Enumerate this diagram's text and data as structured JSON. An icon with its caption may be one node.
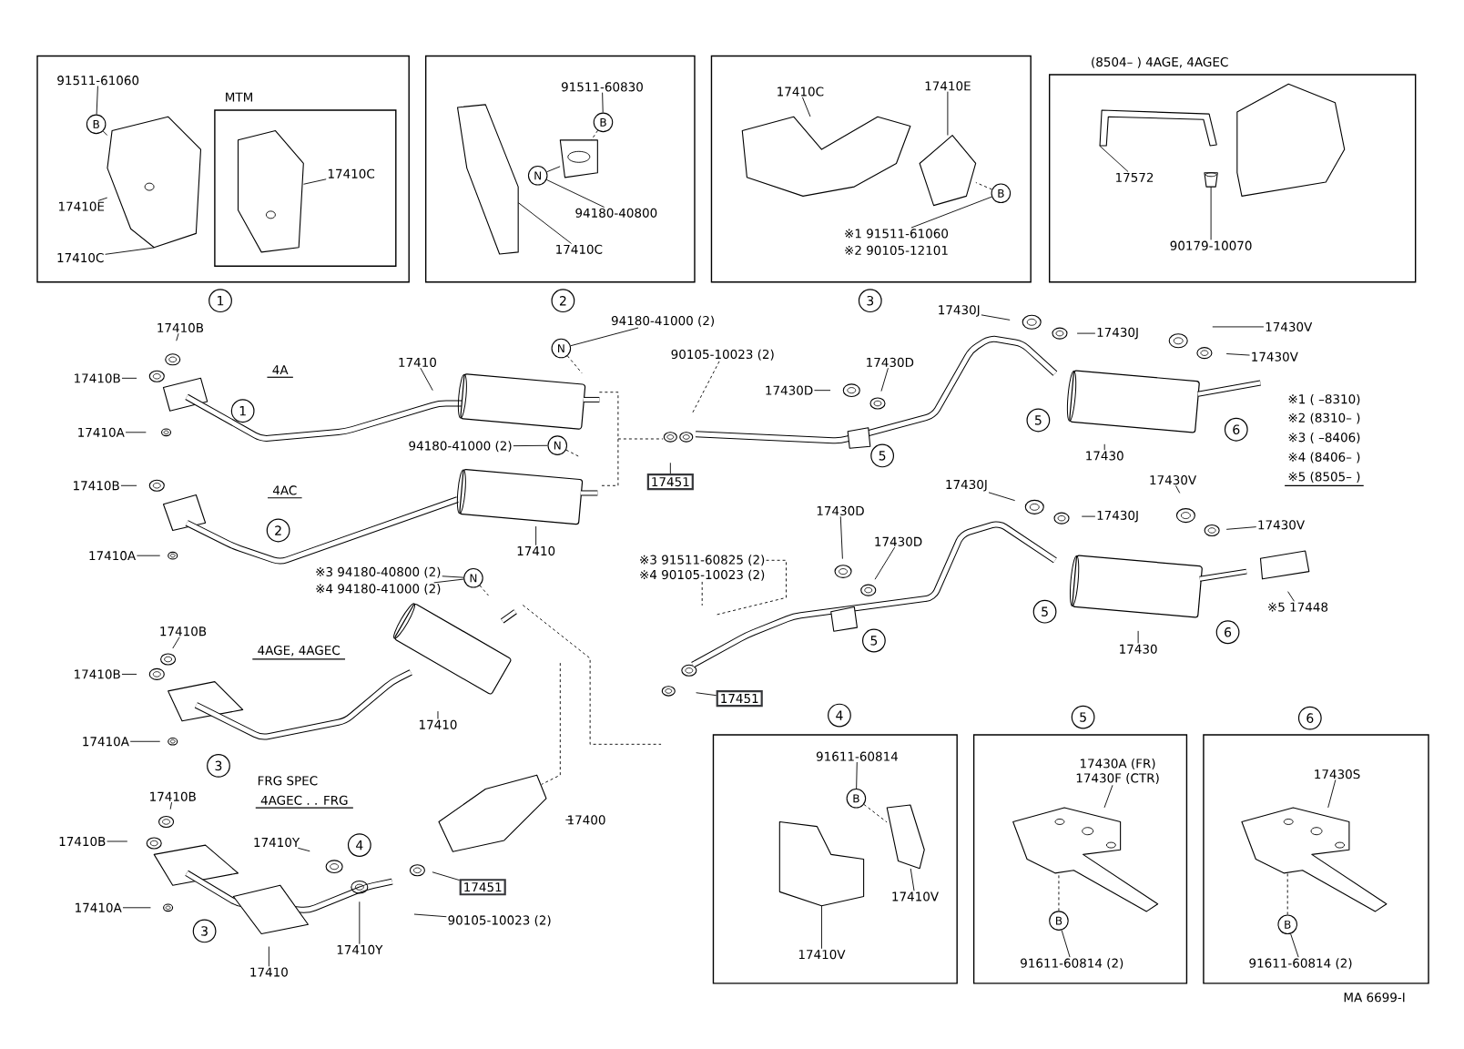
{
  "diagram": {
    "nodes": [
      {
        "text": [],
        "shape": "box"
      },
      {
        "text": [
          "91511-61060"
        ],
        "in": 0
      },
      {
        "text": [
          "B"
        ],
        "in": 0
      },
      {
        "text": [
          "17410E"
        ],
        "in": 0
      },
      {
        "text": [
          "17410C"
        ],
        "in": 0
      },
      {
        "text": [
          "MTM"
        ],
        "in": 0
      },
      {
        "text": [
          "17410C"
        ],
        "in": 5
      },
      {
        "text": [],
        "shape": "box"
      },
      {
        "text": [
          "91511-60830"
        ],
        "in": 7
      },
      {
        "text": [
          "B"
        ],
        "in": 7
      },
      {
        "text": [
          "N"
        ],
        "in": 7
      },
      {
        "text": [
          "94180-40800"
        ],
        "in": 7
      },
      {
        "text": [
          "17410C"
        ],
        "in": 7
      },
      {
        "text": [],
        "shape": "box"
      },
      {
        "text": [
          "17410C"
        ],
        "in": 13
      },
      {
        "text": [
          "17410E"
        ],
        "in": 13
      },
      {
        "text": [
          "B"
        ],
        "in": 13
      },
      {
        "text": [
          "※1 91511-61060"
        ],
        "in": 13
      },
      {
        "text": [
          "※2 90105-12101"
        ],
        "in": 13
      },
      {
        "text": [
          "(8504– ) 4AGE, 4AGEC"
        ]
      },
      {
        "text": [
          "17572"
        ],
        "in": 19
      },
      {
        "text": [
          "90179-10070"
        ],
        "in": 19
      },
      {
        "text": [
          "17410B"
        ]
      },
      {
        "text": [
          "17410B"
        ]
      },
      {
        "text": [
          "17410A"
        ]
      },
      {
        "text": [
          "17410"
        ]
      },
      {
        "text": [
          "94180-41000 (2)"
        ]
      },
      {
        "text": [
          "N"
        ]
      },
      {
        "text": [
          "94180-41000 (2)"
        ]
      },
      {
        "text": [
          "N"
        ]
      },
      {
        "text": [
          "90105-10023 (2)"
        ]
      },
      {
        "text": [
          "17451"
        ]
      },
      {
        "text": [
          "17430D"
        ]
      },
      {
        "text": [
          "17430D"
        ]
      },
      {
        "text": [
          "17430J"
        ]
      },
      {
        "text": [
          "17430J"
        ]
      },
      {
        "text": [
          "17430V"
        ]
      },
      {
        "text": [
          "17430V"
        ]
      },
      {
        "text": [
          "17430"
        ]
      },
      {
        "text": [
          "17410B"
        ]
      },
      {
        "text": [
          "17410A"
        ]
      },
      {
        "text": [
          "17410"
        ]
      },
      {
        "text": [
          "※3 94180-40800 (2)"
        ]
      },
      {
        "text": [
          "※4 94180-41000 (2)"
        ]
      },
      {
        "text": [
          "N"
        ]
      },
      {
        "text": [
          "※3 91511-60825 (2)"
        ]
      },
      {
        "text": [
          "※4 90105-10023 (2)"
        ]
      },
      {
        "text": [
          "17451"
        ]
      },
      {
        "text": [
          "17430D"
        ]
      },
      {
        "text": [
          "17430D"
        ]
      },
      {
        "text": [
          "17430J"
        ]
      },
      {
        "text": [
          "17430J"
        ]
      },
      {
        "text": [
          "17430V"
        ]
      },
      {
        "text": [
          "17430V"
        ]
      },
      {
        "text": [
          "17430"
        ]
      },
      {
        "text": [
          "※5 17448"
        ]
      },
      {
        "text": [
          "17410B"
        ]
      },
      {
        "text": [
          "17410B"
        ]
      },
      {
        "text": [
          "17410A"
        ]
      },
      {
        "text": [
          "17410"
        ]
      },
      {
        "text": [
          "17410B"
        ]
      },
      {
        "text": [
          "17410B"
        ]
      },
      {
        "text": [
          "17410A"
        ]
      },
      {
        "text": [
          "17410"
        ]
      },
      {
        "text": [
          "17410Y"
        ]
      },
      {
        "text": [
          "17410Y"
        ]
      },
      {
        "text": [
          "17451"
        ]
      },
      {
        "text": [
          "90105-10023 (2)"
        ]
      },
      {
        "text": [
          "17400"
        ]
      },
      {
        "text": [],
        "shape": "box"
      },
      {
        "text": [
          "91611-60814"
        ],
        "in": 69
      },
      {
        "text": [
          "B"
        ],
        "in": 69
      },
      {
        "text": [
          "17410V"
        ],
        "in": 69
      },
      {
        "text": [
          "17410V"
        ],
        "in": 69
      },
      {
        "text": [],
        "shape": "box"
      },
      {
        "text": [
          "17430A (FR)",
          "17430F (CTR)"
        ],
        "in": 74
      },
      {
        "text": [
          "B"
        ],
        "in": 74
      },
      {
        "text": [
          "91611-60814 (2)"
        ],
        "in": 74
      },
      {
        "text": [],
        "shape": "box"
      },
      {
        "text": [
          "17430S"
        ],
        "in": 78
      },
      {
        "text": [
          "B"
        ],
        "in": 78
      },
      {
        "text": [
          "91611-60814 (2)"
        ],
        "in": 78
      },
      {
        "text": [],
        "shape": "picture",
        "in": 0
      },
      {
        "text": [],
        "shape": "picture",
        "in": 5
      },
      {
        "text": [],
        "shape": "picture",
        "in": 7
      },
      {
        "text": [],
        "shape": "picture",
        "in": 7
      },
      {
        "text": [],
        "shape": "picture",
        "in": 13
      },
      {
        "text": [],
        "shape": "picture",
        "in": 13
      },
      {
        "text": [],
        "shape": "picture",
        "in": 19
      },
      {
        "text": [],
        "shape": "picture",
        "in": 19
      },
      {
        "text": [],
        "shape": "picture",
        "in": 69
      },
      {
        "text": [],
        "shape": "picture",
        "in": 69
      },
      {
        "text": [],
        "shape": "picture",
        "in": 74
      },
      {
        "text": [],
        "shape": "picture",
        "in": 78
      }
    ],
    "edges": [
      {
        "from": 1,
        "to": 2,
        "arrow": "none"
      },
      {
        "from": 2,
        "to": 82,
        "arrow": "none"
      },
      {
        "from": 3,
        "to": 82,
        "arrow": "none"
      },
      {
        "from": 4,
        "to": 82,
        "arrow": "none"
      },
      {
        "from": 6,
        "to": 83,
        "arrow": "none"
      },
      {
        "from": 8,
        "to": 9,
        "arrow": "none"
      },
      {
        "from": 9,
        "to": 85,
        "arrow": "none",
        "style": "dashed"
      },
      {
        "from": 10,
        "to": 85,
        "arrow": "none"
      },
      {
        "from": 11,
        "to": 10,
        "arrow": "none"
      },
      {
        "from": 12,
        "to": 84,
        "arrow": "none"
      },
      {
        "from": 14,
        "to": 86,
        "arrow": "none"
      },
      {
        "from": 15,
        "to": 87,
        "arrow": "none"
      },
      {
        "from": 16,
        "to": 87,
        "arrow": "none",
        "style": "dashed"
      },
      {
        "from": 17,
        "to": 16,
        "arrow": "none"
      },
      {
        "from": 20,
        "to": 88,
        "arrow": "none"
      },
      {
        "from": 21,
        "to": 89,
        "arrow": "none"
      },
      {
        "from": 22,
        "to": null,
        "arrow": "none"
      },
      {
        "from": 23,
        "to": null,
        "arrow": "none"
      },
      {
        "from": 24,
        "to": null,
        "arrow": "none"
      },
      {
        "from": 25,
        "to": null,
        "arrow": "none"
      },
      {
        "from": 26,
        "to": 27,
        "arrow": "none"
      },
      {
        "from": 27,
        "to": null,
        "arrow": "none",
        "style": "dashed"
      },
      {
        "from": 28,
        "to": 29,
        "arrow": "none"
      },
      {
        "from": 29,
        "to": null,
        "arrow": "none",
        "style": "dashed"
      },
      {
        "from": 30,
        "to": null,
        "arrow": "none",
        "style": "dashed"
      },
      {
        "from": 31,
        "to": null,
        "arrow": "none"
      },
      {
        "from": 32,
        "to": null,
        "arrow": "none"
      },
      {
        "from": 33,
        "to": null,
        "arrow": "none"
      },
      {
        "from": 34,
        "to": null,
        "arrow": "none"
      },
      {
        "from": 35,
        "to": null,
        "arrow": "none"
      },
      {
        "from": 36,
        "to": null,
        "arrow": "none"
      },
      {
        "from": 37,
        "to": null,
        "arrow": "none"
      },
      {
        "from": 38,
        "to": null,
        "arrow": "none"
      },
      {
        "from": 39,
        "to": null,
        "arrow": "none"
      },
      {
        "from": 40,
        "to": null,
        "arrow": "none"
      },
      {
        "from": 41,
        "to": null,
        "arrow": "none"
      },
      {
        "from": 42,
        "to": 44,
        "arrow": "none"
      },
      {
        "from": 43,
        "to": 44,
        "arrow": "none"
      },
      {
        "from": 44,
        "to": null,
        "arrow": "none",
        "style": "dashed"
      },
      {
        "from": 45,
        "to": null,
        "arrow": "none",
        "style": "dashed"
      },
      {
        "from": 46,
        "to": null,
        "arrow": "none",
        "style": "dashed"
      },
      {
        "from": 47,
        "to": null,
        "arrow": "none"
      },
      {
        "from": 48,
        "to": null,
        "arrow": "none"
      },
      {
        "from": 49,
        "to": null,
        "arrow": "none"
      },
      {
        "from": 50,
        "to": null,
        "arrow": "none"
      },
      {
        "from": 51,
        "to": null,
        "arrow": "none"
      },
      {
        "from": 52,
        "to": null,
        "arrow": "none"
      },
      {
        "from": 53,
        "to": null,
        "arrow": "none"
      },
      {
        "from": 54,
        "to": null,
        "arrow": "none"
      },
      {
        "from": 55,
        "to": null,
        "arrow": "none"
      },
      {
        "from": 56,
        "to": null,
        "arrow": "none"
      },
      {
        "from": 57,
        "to": null,
        "arrow": "none"
      },
      {
        "from": 58,
        "to": null,
        "arrow": "none"
      },
      {
        "from": 59,
        "to": null,
        "arrow": "none"
      },
      {
        "from": 60,
        "to": null,
        "arrow": "none"
      },
      {
        "from": 61,
        "to": null,
        "arrow": "none"
      },
      {
        "from": 62,
        "to": null,
        "arrow": "none"
      },
      {
        "from": 63,
        "to": null,
        "arrow": "none"
      },
      {
        "from": 64,
        "to": null,
        "arrow": "none"
      },
      {
        "from": 65,
        "to": null,
        "arrow": "none"
      },
      {
        "from": 66,
        "to": null,
        "arrow": "none"
      },
      {
        "from": 67,
        "to": null,
        "arrow": "none"
      },
      {
        "from": 68,
        "to": null,
        "arrow": "none"
      },
      {
        "from": 70,
        "to": 71,
        "arrow": "none"
      },
      {
        "from": 71,
        "to": 91,
        "arrow": "none",
        "style": "dashed"
      },
      {
        "from": 72,
        "to": 91,
        "arrow": "none"
      },
      {
        "from": 73,
        "to": 90,
        "arrow": "none"
      },
      {
        "from": 75,
        "to": 92,
        "arrow": "none"
      },
      {
        "from": 76,
        "to": 92,
        "arrow": "none",
        "style": "dashed"
      },
      {
        "from": 77,
        "to": 76,
        "arrow": "none"
      },
      {
        "from": 79,
        "to": 93,
        "arrow": "none"
      },
      {
        "from": 80,
        "to": 93,
        "arrow": "none",
        "style": "dashed"
      },
      {
        "from": 81,
        "to": 80,
        "arrow": "none"
      }
    ],
    "labels": [
      "1",
      "2",
      "3",
      "4A",
      "1",
      "5",
      "6",
      "5",
      "※1 ( –8310)",
      "※2 (8310– )",
      "※3 ( –8406)",
      "※4 (8406– )",
      "※5 (8505– )",
      "4AC",
      "2",
      "5",
      "6",
      "5",
      "4AGE, 4AGEC",
      "3",
      "4",
      "5",
      "6",
      "FRG SPEC",
      "4AGEC . . FRG",
      "4",
      "3",
      "MA 6699-I"
    ]
  }
}
